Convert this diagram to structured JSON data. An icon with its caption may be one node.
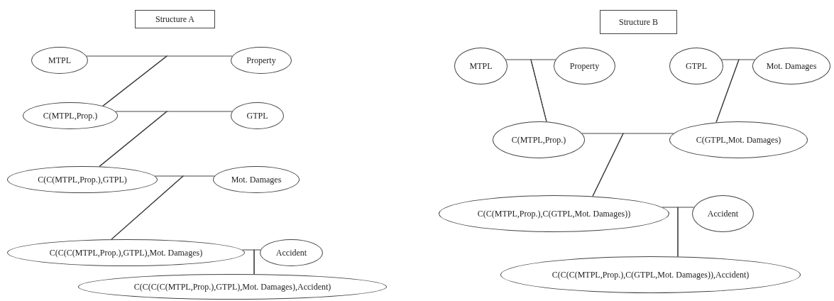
{
  "diagram": {
    "nodes": [
      {
        "text": [
          "Structure A"
        ]
      },
      {
        "text": [
          "MTPL"
        ]
      },
      {
        "text": [
          "Property"
        ]
      },
      {
        "text": [
          "C(MTPL,Prop.)"
        ]
      },
      {
        "text": [
          "GTPL"
        ]
      },
      {
        "text": [
          "C(C(MTPL,Prop.),GTPL)"
        ]
      },
      {
        "text": [
          "Mot. Damages"
        ]
      },
      {
        "text": [
          "C(C(C(MTPL,Prop.),GTPL),Mot. Damages)"
        ]
      },
      {
        "text": [
          "Accident"
        ]
      },
      {
        "text": [
          "C(C(C(C(MTPL,Prop.),GTPL),Mot. Damages),Accident)"
        ]
      },
      {
        "text": [
          "Structure B"
        ]
      },
      {
        "text": [
          "MTPL"
        ]
      },
      {
        "text": [
          "Property"
        ]
      },
      {
        "text": [
          "GTPL"
        ]
      },
      {
        "text": [
          "Mot. Damages"
        ]
      },
      {
        "text": [
          "C(MTPL,Prop.)"
        ]
      },
      {
        "text": [
          "C(GTPL,Mot. Damages)"
        ]
      },
      {
        "text": [
          "C(C(MTPL,Prop.),C(GTPL,Mot. Damages))"
        ]
      },
      {
        "text": [
          "Accident"
        ]
      },
      {
        "text": [
          "C(C(C(MTPL,Prop.),C(GTPL,Mot. Damages)),Accident)"
        ]
      }
    ],
    "edges": [
      {
        "from": 1,
        "to": 3,
        "arrow": "none"
      },
      {
        "from": 2,
        "to": 3,
        "arrow": "none"
      },
      {
        "from": 3,
        "to": 5,
        "arrow": "none"
      },
      {
        "from": 4,
        "to": 5,
        "arrow": "none"
      },
      {
        "from": 5,
        "to": 7,
        "arrow": "none"
      },
      {
        "from": 6,
        "to": 7,
        "arrow": "none"
      },
      {
        "from": 7,
        "to": 9,
        "arrow": "none"
      },
      {
        "from": 8,
        "to": 9,
        "arrow": "none"
      },
      {
        "from": 11,
        "to": 15,
        "arrow": "none"
      },
      {
        "from": 12,
        "to": 15,
        "arrow": "none"
      },
      {
        "from": 13,
        "to": 16,
        "arrow": "none"
      },
      {
        "from": 14,
        "to": 16,
        "arrow": "none"
      },
      {
        "from": 15,
        "to": 17,
        "arrow": "none"
      },
      {
        "from": 16,
        "to": 17,
        "arrow": "none"
      },
      {
        "from": 17,
        "to": 19,
        "arrow": "none"
      },
      {
        "from": 18,
        "to": 19,
        "arrow": "none"
      }
    ]
  }
}
